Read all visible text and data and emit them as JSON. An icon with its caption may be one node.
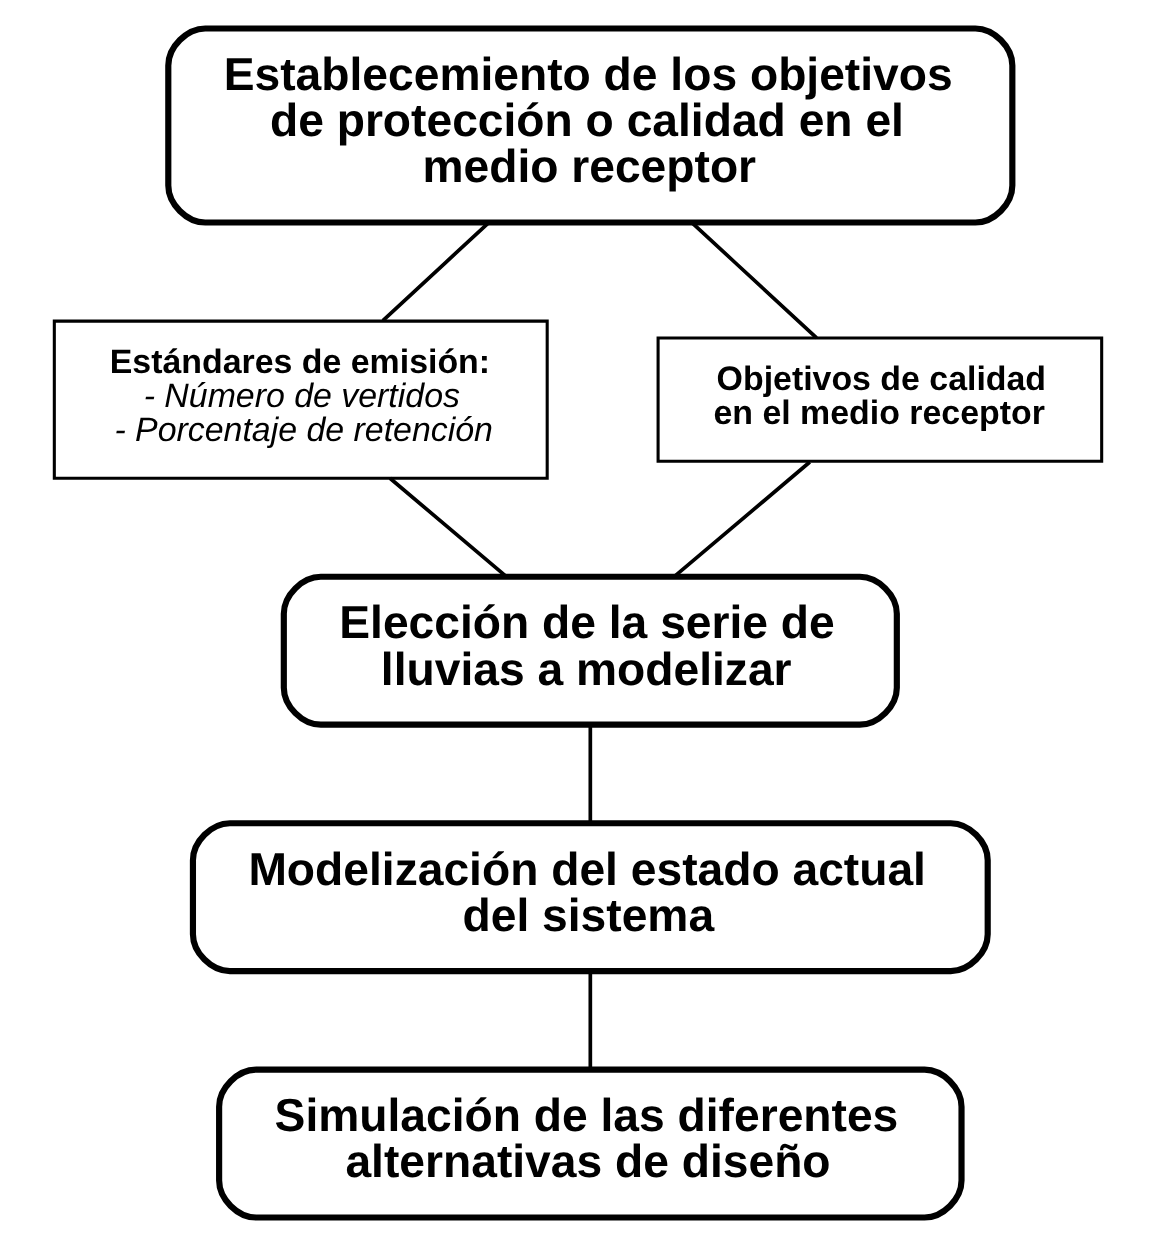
{
  "diagram": {
    "nodes": [
      {
        "text": [
          "Establecemiento de los objetivos de protección o calidad en el medio receptor"
        ]
      },
      {
        "text": [
          "Estándares de emisión:",
          "- Número de vertidos",
          "- Porcentaje de retención"
        ]
      },
      {
        "text": [
          "Objetivos de calidad en el medio receptor"
        ]
      },
      {
        "text": [
          "Elección de la serie de lluvias a modelizar"
        ]
      },
      {
        "text": [
          "Modelización del estado actual del sistema"
        ]
      },
      {
        "text": [
          "Simulación de las diferentes alternativas de diseño"
        ]
      }
    ],
    "edges": [
      {
        "from": 0,
        "to": 1,
        "arrow": "none"
      },
      {
        "from": 0,
        "to": 2,
        "arrow": "none"
      },
      {
        "from": 1,
        "to": 3,
        "arrow": "none"
      },
      {
        "from": 2,
        "to": 3,
        "arrow": "none"
      },
      {
        "from": 3,
        "to": 4,
        "arrow": "none"
      },
      {
        "from": 4,
        "to": 5,
        "arrow": "none"
      }
    ]
  }
}
